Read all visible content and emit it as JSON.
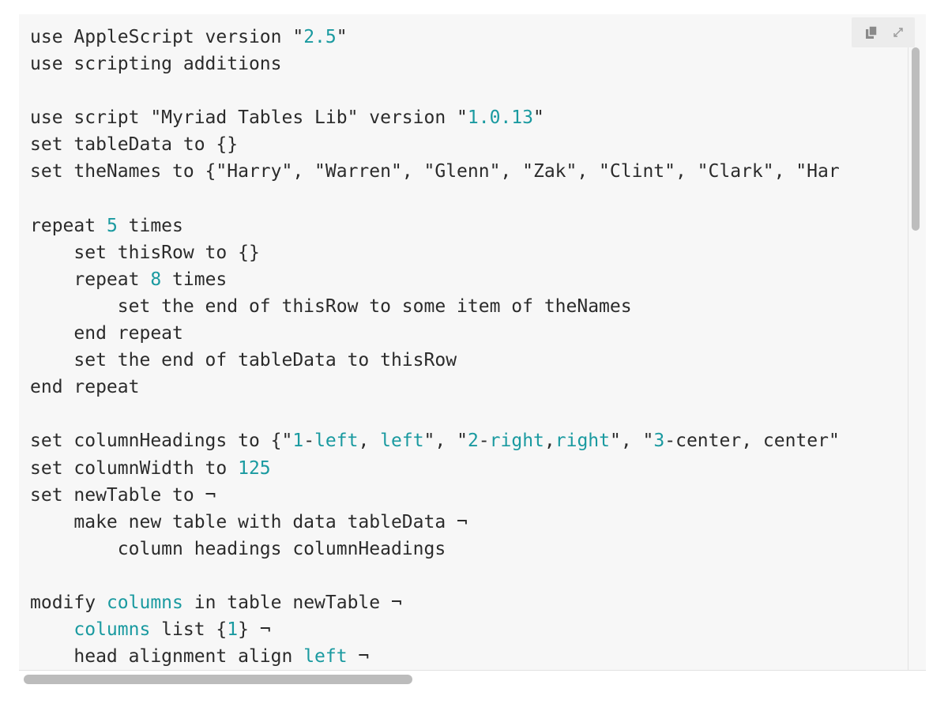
{
  "theme": {
    "background": "#f7f7f7",
    "text": "#2b2b2b",
    "accent": "#1a9aa0",
    "scroll_thumb": "#bdbdbd"
  },
  "toolbar": {
    "copy_icon": "copy-icon",
    "expand_icon": "expand-icon"
  },
  "code": {
    "language": "AppleScript",
    "lines": [
      [
        {
          "t": "use AppleScript version \""
        },
        {
          "t": "2.5",
          "c": "num"
        },
        {
          "t": "\""
        }
      ],
      [
        {
          "t": "use scripting additions"
        }
      ],
      [
        {
          "t": ""
        }
      ],
      [
        {
          "t": "use script \"Myriad Tables Lib\" version \""
        },
        {
          "t": "1.0.13",
          "c": "num"
        },
        {
          "t": "\""
        }
      ],
      [
        {
          "t": "set tableData to {}"
        }
      ],
      [
        {
          "t": "set theNames to {\"Harry\", \"Warren\", \"Glenn\", \"Zak\", \"Clint\", \"Clark\", \"Har"
        }
      ],
      [
        {
          "t": ""
        }
      ],
      [
        {
          "t": "repeat "
        },
        {
          "t": "5",
          "c": "num"
        },
        {
          "t": " times"
        }
      ],
      [
        {
          "t": "    set thisRow to {}"
        }
      ],
      [
        {
          "t": "    repeat "
        },
        {
          "t": "8",
          "c": "num"
        },
        {
          "t": " times"
        }
      ],
      [
        {
          "t": "        set the end of thisRow to some item of theNames"
        }
      ],
      [
        {
          "t": "    end repeat"
        }
      ],
      [
        {
          "t": "    set the end of tableData to thisRow"
        }
      ],
      [
        {
          "t": "end repeat"
        }
      ],
      [
        {
          "t": ""
        }
      ],
      [
        {
          "t": "set columnHeadings to {\""
        },
        {
          "t": "1",
          "c": "num"
        },
        {
          "t": "-"
        },
        {
          "t": "left",
          "c": "kw"
        },
        {
          "t": ", "
        },
        {
          "t": "left",
          "c": "kw"
        },
        {
          "t": "\", \""
        },
        {
          "t": "2",
          "c": "num"
        },
        {
          "t": "-"
        },
        {
          "t": "right",
          "c": "kw"
        },
        {
          "t": ","
        },
        {
          "t": "right",
          "c": "kw"
        },
        {
          "t": "\", \""
        },
        {
          "t": "3",
          "c": "num"
        },
        {
          "t": "-center, center\""
        }
      ],
      [
        {
          "t": "set columnWidth to "
        },
        {
          "t": "125",
          "c": "num"
        }
      ],
      [
        {
          "t": "set newTable to ¬"
        }
      ],
      [
        {
          "t": "    make new table with data tableData ¬"
        }
      ],
      [
        {
          "t": "        column headings columnHeadings"
        }
      ],
      [
        {
          "t": ""
        }
      ],
      [
        {
          "t": "modify "
        },
        {
          "t": "columns",
          "c": "kw"
        },
        {
          "t": " in table newTable ¬"
        }
      ],
      [
        {
          "t": "    "
        },
        {
          "t": "columns",
          "c": "kw"
        },
        {
          "t": " list {"
        },
        {
          "t": "1",
          "c": "num"
        },
        {
          "t": "} ¬"
        }
      ],
      [
        {
          "t": "    head alignment align "
        },
        {
          "t": "left",
          "c": "kw"
        },
        {
          "t": " ¬"
        }
      ]
    ]
  },
  "scroll": {
    "vertical_fraction": 0.0,
    "horizontal_fraction": 0.0
  }
}
